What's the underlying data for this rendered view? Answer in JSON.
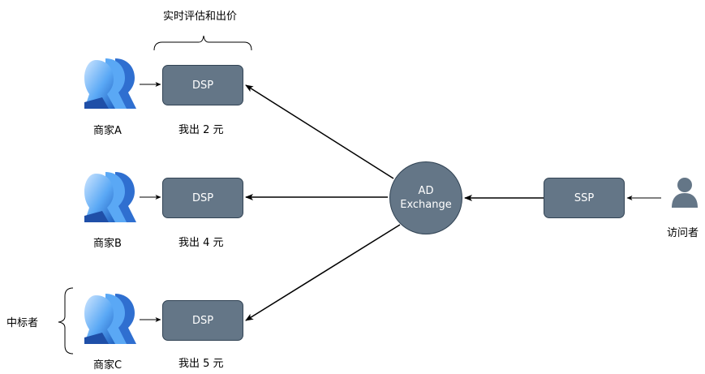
{
  "annotations": {
    "top_brace_label": "实时评估和出价",
    "left_brace_label": "中标者"
  },
  "merchants": [
    {
      "label": "商家A",
      "icon": "merchant-icon"
    },
    {
      "label": "商家B",
      "icon": "merchant-icon"
    },
    {
      "label": "商家C",
      "icon": "merchant-icon"
    }
  ],
  "dsps": [
    {
      "label": "DSP",
      "bid": "我出 2 元"
    },
    {
      "label": "DSP",
      "bid": "我出 4 元"
    },
    {
      "label": "DSP",
      "bid": "我出 5 元"
    }
  ],
  "exchange": {
    "line1": "AD",
    "line2": "Exchange"
  },
  "ssp": {
    "label": "SSP"
  },
  "visitor": {
    "label": "访问者",
    "icon": "person-icon"
  },
  "colors": {
    "node_fill": "#647687",
    "node_stroke": "#314354",
    "merchant_light": "#99ccff",
    "merchant_dark": "#1f5fbf",
    "visitor_fill": "#647687"
  }
}
